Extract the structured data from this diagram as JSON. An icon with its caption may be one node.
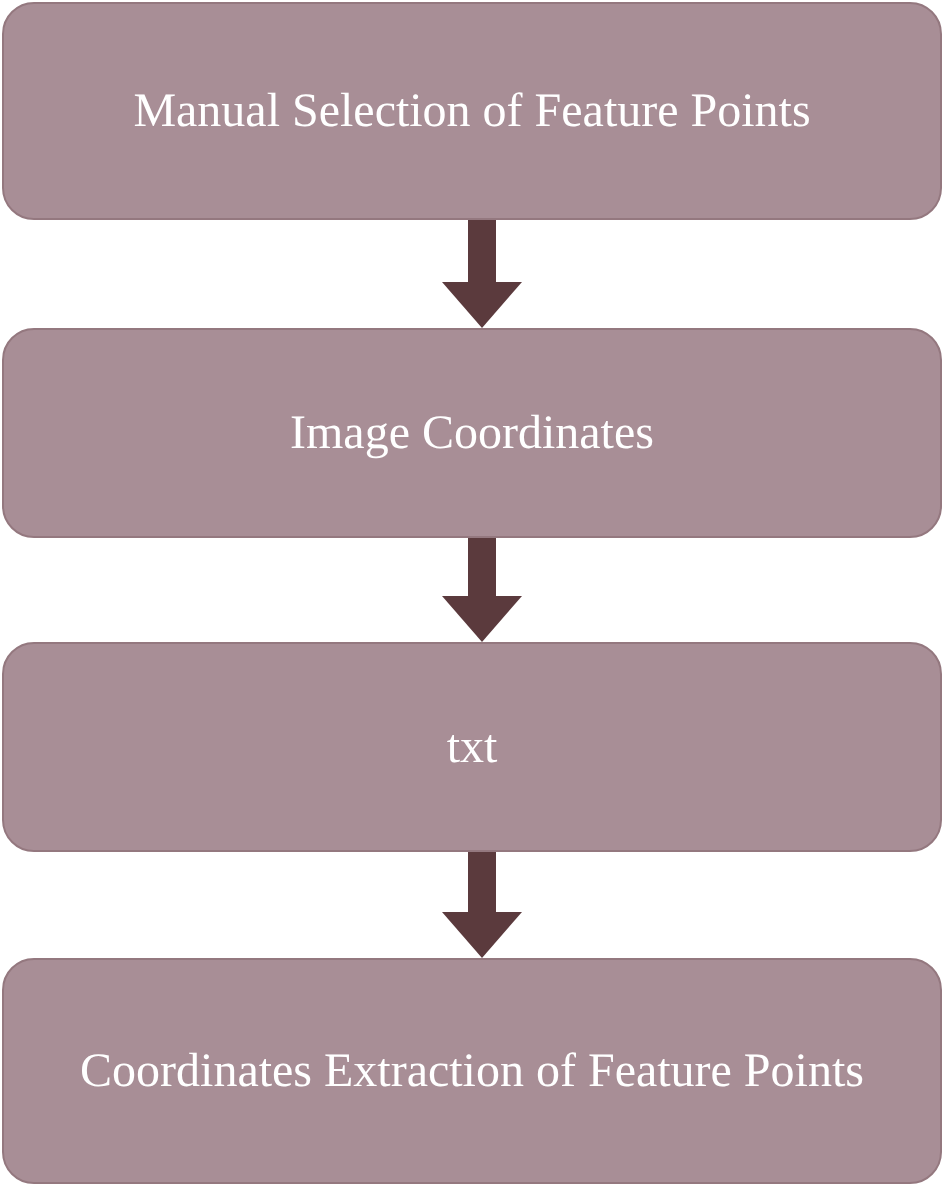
{
  "diagram": {
    "nodes": [
      {
        "text": [
          "Manual Selection of Feature Points"
        ]
      },
      {
        "text": [
          "Image Coordinates"
        ]
      },
      {
        "text": [
          "txt"
        ]
      },
      {
        "text": [
          "Coordinates Extraction of Feature Points"
        ]
      }
    ],
    "edges": [
      {
        "from": 0,
        "to": 1,
        "arrow": "to"
      },
      {
        "from": 1,
        "to": 2,
        "arrow": "to"
      },
      {
        "from": 2,
        "to": 3,
        "arrow": "to"
      }
    ]
  }
}
